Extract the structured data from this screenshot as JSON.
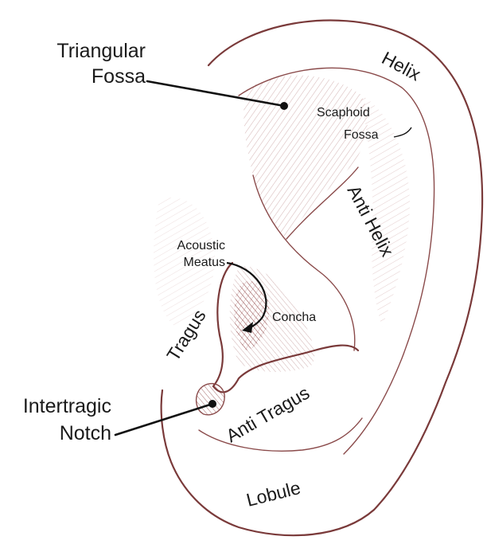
{
  "labels": {
    "triangular_fossa": [
      "Triangular",
      "Fossa"
    ],
    "helix": "Helix",
    "scaphoid_fossa": [
      "Scaphoid",
      "Fossa"
    ],
    "anti_helix": "Anti Helix",
    "acoustic_meatus": [
      "Acoustic",
      "Meatus"
    ],
    "concha": "Concha",
    "tragus": "Tragus",
    "intertragic_notch": [
      "Intertragic",
      "Notch"
    ],
    "anti_tragus": "Anti Tragus",
    "lobule": "Lobule"
  },
  "colors": {
    "outline": "#7a3a3a",
    "shading": "#a06060",
    "text": "#1a1a1a"
  }
}
